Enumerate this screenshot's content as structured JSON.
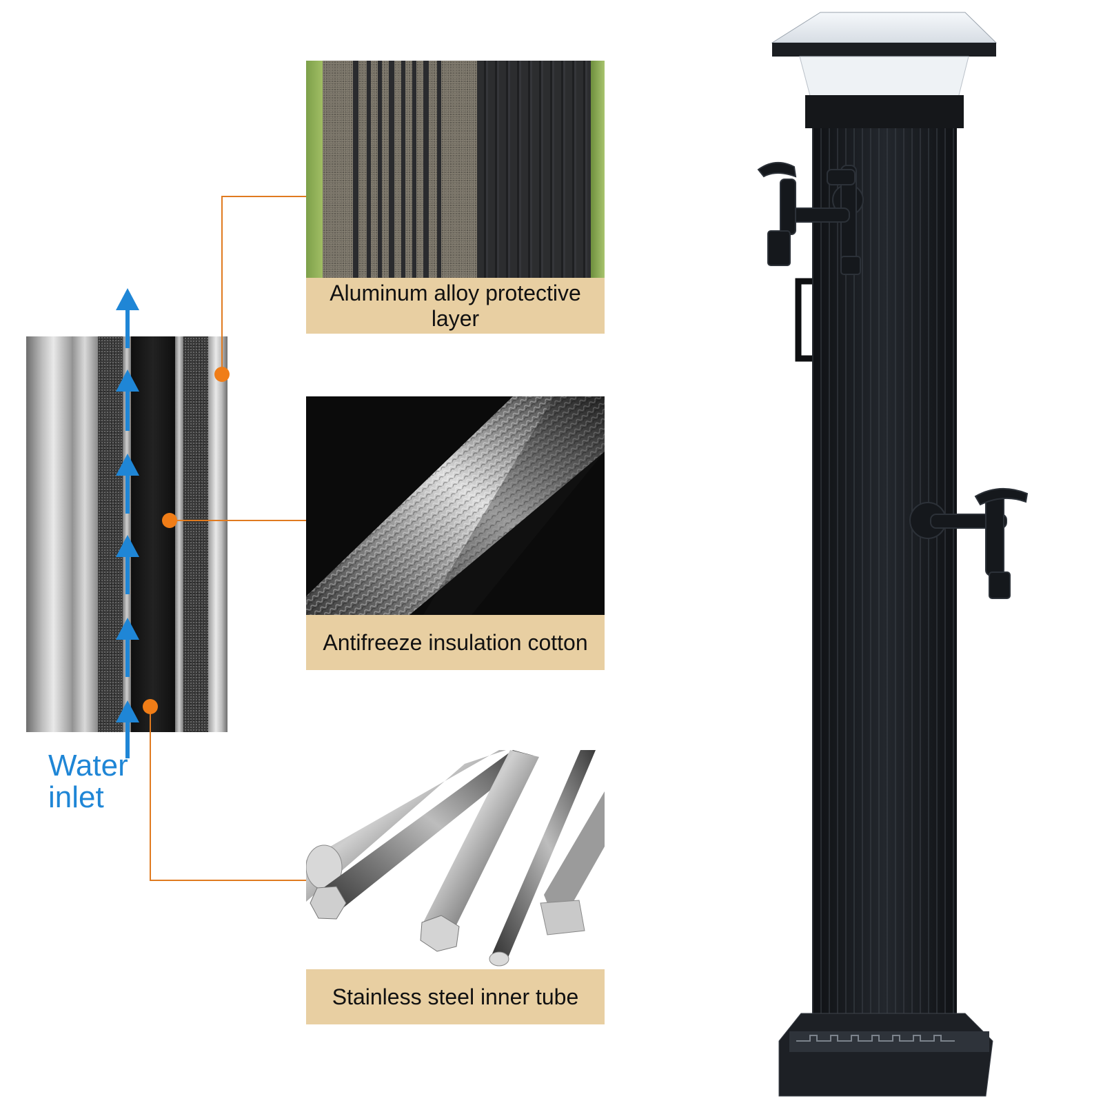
{
  "labels": {
    "aluminum_layer": "Aluminum alloy protective layer",
    "antifreeze_cotton": "Antifreeze insulation cotton",
    "steel_tube": "Stainless steel inner tube",
    "water_inlet_line1": "Water",
    "water_inlet_line2": "inlet"
  },
  "colors": {
    "caption_background": "#e8cfa2",
    "callout_line": "#e07a1f",
    "callout_dot": "#f07d17",
    "flow_arrow": "#1f86d6",
    "post_body": "#1a1d22"
  },
  "icons": {
    "flow": "arrow-up-icon",
    "callout": "dot-icon"
  }
}
